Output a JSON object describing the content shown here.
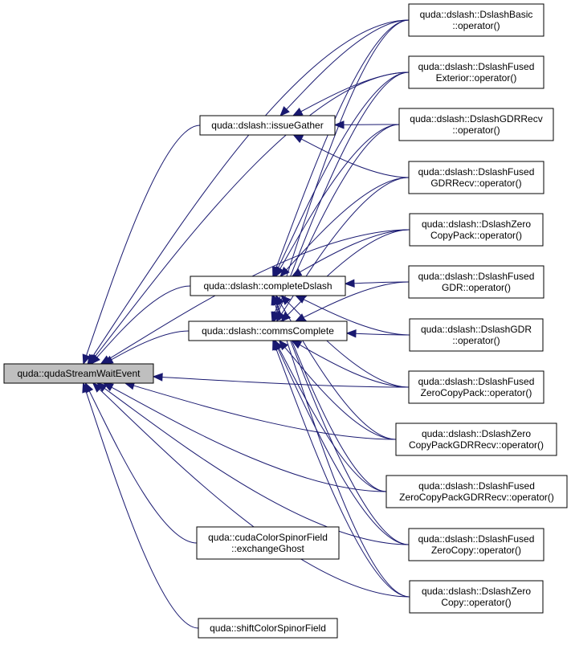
{
  "colors": {
    "edge": "#191970",
    "root_fill": "#bfbfbf",
    "node_fill": "#ffffff",
    "node_border": "#000000"
  },
  "nodes": [
    {
      "id": "root",
      "name": "node-quda-stream-wait-event",
      "lines": [
        "quda::qudaStreamWaitEvent"
      ],
      "root": true
    },
    {
      "id": "issueGather",
      "name": "node-issue-gather",
      "lines": [
        "quda::dslash::issueGather"
      ]
    },
    {
      "id": "completeDslash",
      "name": "node-complete-dslash",
      "lines": [
        "quda::dslash::completeDslash"
      ]
    },
    {
      "id": "commsComplete",
      "name": "node-comms-complete",
      "lines": [
        "quda::dslash::commsComplete"
      ]
    },
    {
      "id": "exchangeGhost",
      "name": "node-exchange-ghost",
      "lines": [
        "quda::cudaColorSpinorField",
        "::exchangeGhost"
      ]
    },
    {
      "id": "shiftCSF",
      "name": "node-shift-color-spinor-field",
      "lines": [
        "quda::shiftColorSpinorField"
      ]
    },
    {
      "id": "basic",
      "name": "node-dslash-basic",
      "lines": [
        "quda::dslash::DslashBasic",
        "::operator()"
      ]
    },
    {
      "id": "fusedExterior",
      "name": "node-dslash-fused-exterior",
      "lines": [
        "quda::dslash::DslashFused",
        "Exterior::operator()"
      ]
    },
    {
      "id": "gdrRecv",
      "name": "node-dslash-gdr-recv",
      "lines": [
        "quda::dslash::DslashGDRRecv",
        "::operator()"
      ]
    },
    {
      "id": "fusedGdrRecv",
      "name": "node-dslash-fused-gdr-recv",
      "lines": [
        "quda::dslash::DslashFused",
        "GDRRecv::operator()"
      ]
    },
    {
      "id": "zeroCopyPack",
      "name": "node-dslash-zero-copy-pack",
      "lines": [
        "quda::dslash::DslashZero",
        "CopyPack::operator()"
      ]
    },
    {
      "id": "fusedGdr",
      "name": "node-dslash-fused-gdr",
      "lines": [
        "quda::dslash::DslashFused",
        "GDR::operator()"
      ]
    },
    {
      "id": "gdr",
      "name": "node-dslash-gdr",
      "lines": [
        "quda::dslash::DslashGDR",
        "::operator()"
      ]
    },
    {
      "id": "fusedZeroCopyPack",
      "name": "node-dslash-fused-zero-copy-pack",
      "lines": [
        "quda::dslash::DslashFused",
        "ZeroCopyPack::operator()"
      ]
    },
    {
      "id": "zeroCopyPackGdrRecv",
      "name": "node-dslash-zero-copy-pack-gdr-recv",
      "lines": [
        "quda::dslash::DslashZero",
        "CopyPackGDRRecv::operator()"
      ]
    },
    {
      "id": "fusedZeroCopyPackGdrRecv",
      "name": "node-dslash-fused-zero-copy-pack-gdr-recv",
      "lines": [
        "quda::dslash::DslashFused",
        "ZeroCopyPackGDRRecv::operator()"
      ]
    },
    {
      "id": "fusedZeroCopy",
      "name": "node-dslash-fused-zero-copy",
      "lines": [
        "quda::dslash::DslashFused",
        "ZeroCopy::operator()"
      ]
    },
    {
      "id": "zeroCopy",
      "name": "node-dslash-zero-copy",
      "lines": [
        "quda::dslash::DslashZero",
        "Copy::operator()"
      ]
    }
  ],
  "edges": [
    [
      "issueGather",
      "root"
    ],
    [
      "completeDslash",
      "root"
    ],
    [
      "commsComplete",
      "root"
    ],
    [
      "exchangeGhost",
      "root"
    ],
    [
      "shiftCSF",
      "root"
    ],
    [
      "basic",
      "root"
    ],
    [
      "fusedExterior",
      "root"
    ],
    [
      "zeroCopyPack",
      "root"
    ],
    [
      "fusedZeroCopyPack",
      "root"
    ],
    [
      "zeroCopyPackGdrRecv",
      "root"
    ],
    [
      "fusedZeroCopyPackGdrRecv",
      "root"
    ],
    [
      "fusedZeroCopy",
      "root"
    ],
    [
      "zeroCopy",
      "root"
    ],
    [
      "basic",
      "issueGather"
    ],
    [
      "fusedExterior",
      "issueGather"
    ],
    [
      "gdrRecv",
      "issueGather"
    ],
    [
      "fusedGdrRecv",
      "issueGather"
    ],
    [
      "basic",
      "completeDslash"
    ],
    [
      "fusedExterior",
      "completeDslash"
    ],
    [
      "gdrRecv",
      "completeDslash"
    ],
    [
      "fusedGdrRecv",
      "completeDslash"
    ],
    [
      "zeroCopyPack",
      "completeDslash"
    ],
    [
      "fusedGdr",
      "completeDslash"
    ],
    [
      "gdr",
      "completeDslash"
    ],
    [
      "fusedZeroCopyPack",
      "completeDslash"
    ],
    [
      "zeroCopyPackGdrRecv",
      "completeDslash"
    ],
    [
      "fusedZeroCopyPackGdrRecv",
      "completeDslash"
    ],
    [
      "fusedZeroCopy",
      "completeDslash"
    ],
    [
      "zeroCopy",
      "completeDslash"
    ],
    [
      "basic",
      "commsComplete"
    ],
    [
      "fusedExterior",
      "commsComplete"
    ],
    [
      "gdrRecv",
      "commsComplete"
    ],
    [
      "fusedGdrRecv",
      "commsComplete"
    ],
    [
      "zeroCopyPack",
      "commsComplete"
    ],
    [
      "fusedGdr",
      "commsComplete"
    ],
    [
      "gdr",
      "commsComplete"
    ],
    [
      "fusedZeroCopyPack",
      "commsComplete"
    ],
    [
      "zeroCopyPackGdrRecv",
      "commsComplete"
    ],
    [
      "fusedZeroCopyPackGdrRecv",
      "commsComplete"
    ],
    [
      "fusedZeroCopy",
      "commsComplete"
    ],
    [
      "zeroCopy",
      "commsComplete"
    ]
  ]
}
